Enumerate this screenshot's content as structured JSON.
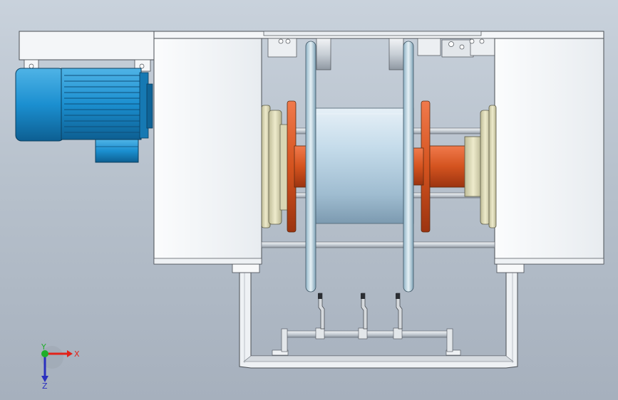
{
  "viewport": {
    "background_top": "#c9d2dc",
    "background_bottom": "#a6b0bd"
  },
  "triad": {
    "x_label": "X",
    "y_label": "Y",
    "z_label": "Z",
    "x_color": "#e2231a",
    "y_color": "#1fae2a",
    "z_color": "#2a2fbf"
  },
  "model": {
    "motor_color": "#1b8fd0",
    "frame_color": "#f4f6f8",
    "flange_color": "#c9471f",
    "bearing_color": "#e4e1c0",
    "drum_color": "#bcd3e2"
  }
}
